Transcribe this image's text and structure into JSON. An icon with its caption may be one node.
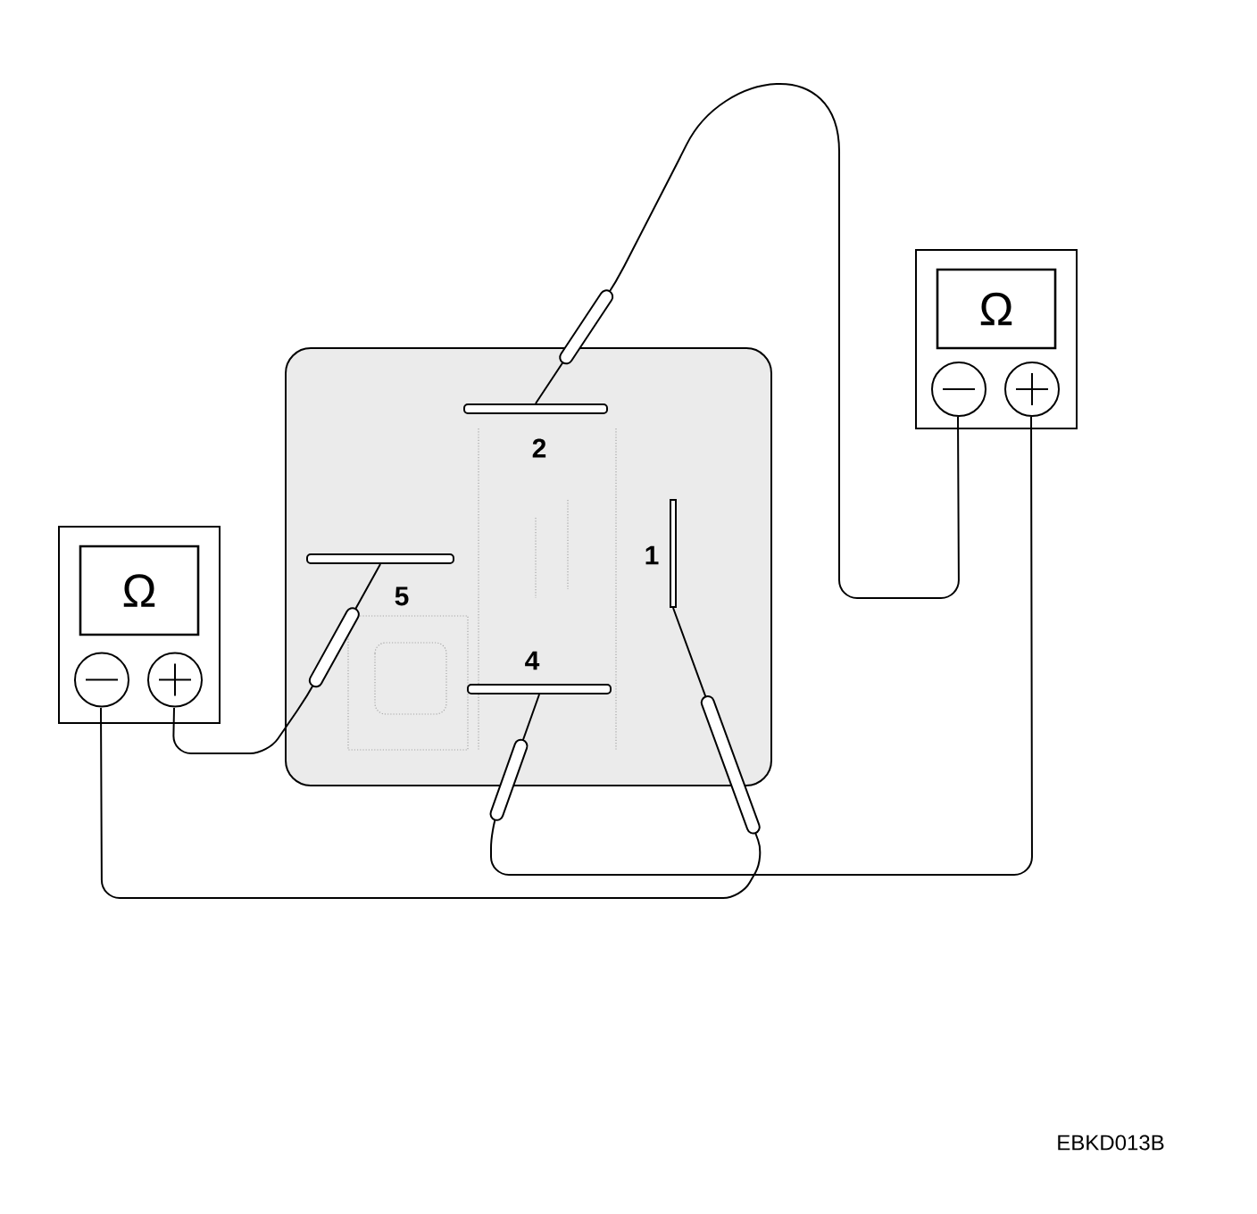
{
  "diagram": {
    "nodes": [
      {
        "text": [],
        "shape": "box"
      },
      {
        "text": [
          "2"
        ],
        "in": 0
      },
      {
        "text": [
          "Ω"
        ]
      },
      {
        "text": [
          "Ω"
        ]
      },
      {
        "text": [
          "5"
        ],
        "in": 0
      },
      {
        "text": [
          "1"
        ],
        "in": 0
      },
      {
        "text": [
          "4"
        ],
        "in": 0
      }
    ],
    "edges": [
      {
        "from": 2,
        "to": 1,
        "arrow": "none"
      },
      {
        "from": 2,
        "to": 6,
        "arrow": "none"
      },
      {
        "from": 3,
        "to": 4,
        "arrow": "none"
      },
      {
        "from": 3,
        "to": 5,
        "arrow": "none"
      }
    ],
    "labels": [
      "EBKD013B"
    ]
  }
}
